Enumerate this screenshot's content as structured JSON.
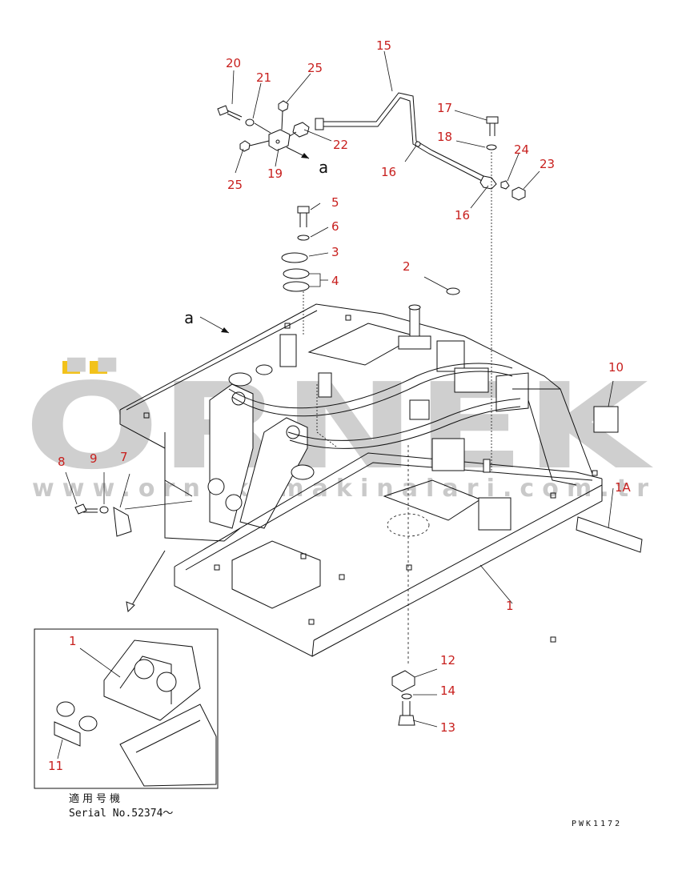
{
  "watermark": {
    "brand": "ÖRNEK",
    "url": "www.orneksmakinalari.com.tr",
    "brand_color": "#cfcfcf",
    "accent_color": "#f2c21b"
  },
  "callouts": {
    "c1": "1",
    "c1_inset": "1",
    "c1A": "1A",
    "c2": "2",
    "c3": "3",
    "c4": "4",
    "c5": "5",
    "c6": "6",
    "c7": "7",
    "c8": "8",
    "c9": "9",
    "c10": "10",
    "c11": "11",
    "c12": "12",
    "c13": "13",
    "c14": "14",
    "c15": "15",
    "c16a": "16",
    "c16b": "16",
    "c17": "17",
    "c18": "18",
    "c19": "19",
    "c20": "20",
    "c21": "21",
    "c22": "22",
    "c23": "23",
    "c24": "24",
    "c25a": "25",
    "c25b": "25"
  },
  "view_marks": {
    "a_top": "a",
    "a_frame": "a"
  },
  "serial": {
    "jp_label": "適用号機",
    "text": "Serial No.52374～"
  },
  "drawing_code": "PWK1172",
  "colors": {
    "callout": "#c8201e",
    "line": "#111111"
  }
}
